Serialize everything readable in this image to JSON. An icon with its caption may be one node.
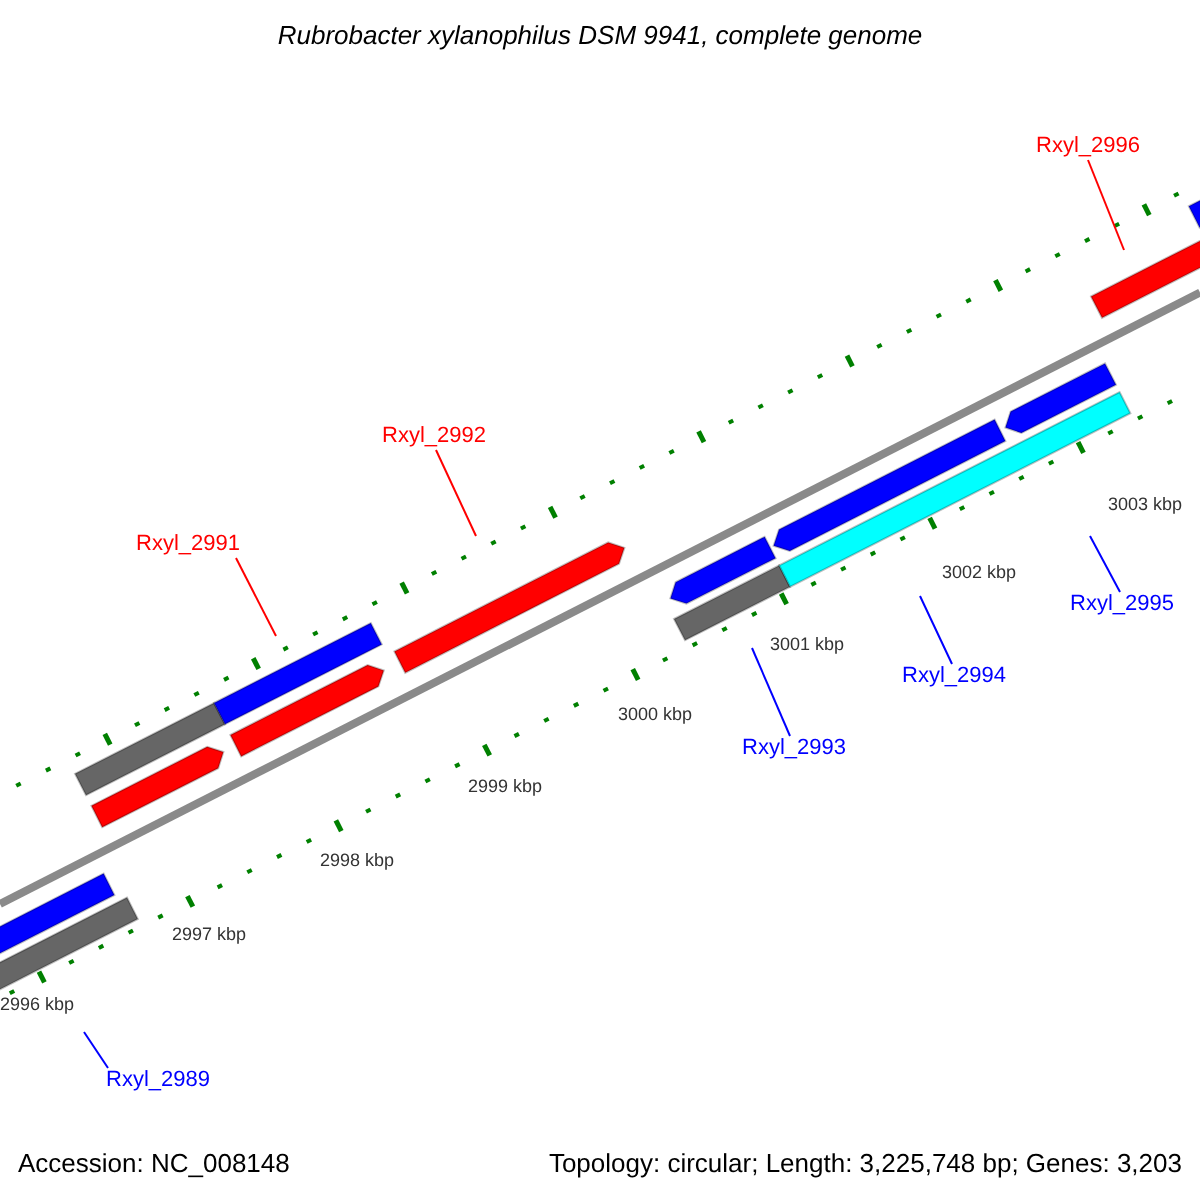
{
  "diagram": {
    "title": "Rubrobacter xylanophilus DSM 9941, complete genome",
    "nodes": [
      {
        "text": [
          "Rxyl_2996"
        ]
      },
      {
        "text": [
          "Rxyl_2992"
        ]
      },
      {
        "text": [
          "Rxyl_2991"
        ]
      },
      {
        "text": [
          "Rxyl_2995"
        ]
      },
      {
        "text": [
          "Rxyl_2994"
        ]
      },
      {
        "text": [
          "Rxyl_2993"
        ]
      },
      {
        "text": [
          "Rxyl_2989"
        ]
      }
    ],
    "edges": [
      {
        "from": 0,
        "to": null,
        "arrow": "none",
        "color": "#ff0000"
      },
      {
        "from": 1,
        "to": null,
        "arrow": "none",
        "color": "#ff0000"
      },
      {
        "from": 2,
        "to": null,
        "arrow": "none",
        "color": "#ff0000"
      },
      {
        "from": 3,
        "to": null,
        "arrow": "none"
      },
      {
        "from": 4,
        "to": null,
        "arrow": "none"
      },
      {
        "from": 5,
        "to": null,
        "arrow": "none"
      },
      {
        "from": 6,
        "to": null,
        "arrow": "none"
      }
    ],
    "labels": [
      "2996 kbp",
      "2997 kbp",
      "2998 kbp",
      "2999 kbp",
      "3000 kbp",
      "3001 kbp",
      "3002 kbp",
      "3003 kbp",
      "Accession: NC_008148",
      "Topology: circular; Length: 3,225,748 bp; Genes: 3,203"
    ]
  }
}
